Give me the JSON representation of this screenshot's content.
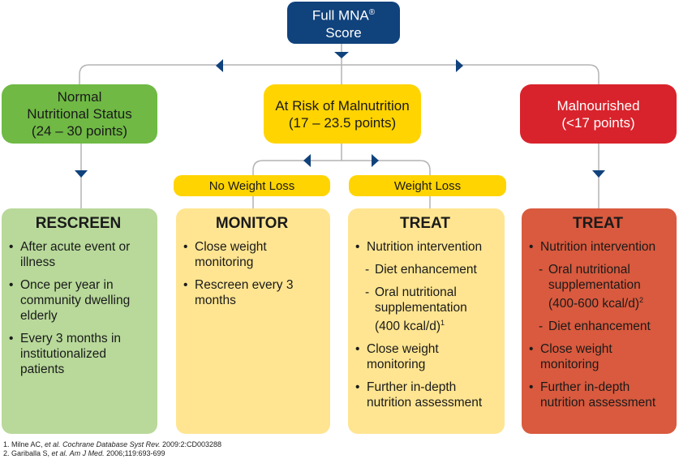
{
  "score": {
    "line1": "Full MNA",
    "reg": "®",
    "line2": "Score"
  },
  "categories": {
    "normal": {
      "line1": "Normal",
      "line2": "Nutritional Status",
      "line3": "(24 – 30 points)"
    },
    "risk": {
      "line1": "At Risk of Malnutrition",
      "line2": "(17 – 23.5 points)"
    },
    "mal": {
      "line1": "Malnourished",
      "line2": "(<17 points)"
    }
  },
  "subcategories": {
    "no_weight_loss": "No Weight Loss",
    "weight_loss": "Weight Loss"
  },
  "actions": {
    "rescreen": {
      "title": "RESCREEN",
      "items": [
        {
          "type": "bullet",
          "text": "After acute event or illness"
        },
        {
          "type": "bullet",
          "text": "Once per year in community dwelling elderly"
        },
        {
          "type": "bullet",
          "text": "Every 3 months in institutionalized patients"
        }
      ]
    },
    "monitor": {
      "title": "MONITOR",
      "items": [
        {
          "type": "bullet",
          "text": "Close weight monitoring"
        },
        {
          "type": "bullet",
          "text": "Rescreen every 3 months"
        }
      ]
    },
    "treat_risk": {
      "title": "TREAT",
      "items": [
        {
          "type": "bullet",
          "text": "Nutrition intervention"
        },
        {
          "type": "dash",
          "text": "Diet enhancement"
        },
        {
          "type": "dash",
          "text": "Oral nutritional supplementation (400 kcal/d)",
          "sup": "1"
        },
        {
          "type": "bullet",
          "text": "Close weight monitoring"
        },
        {
          "type": "bullet",
          "text": "Further in-depth nutrition assessment"
        }
      ]
    },
    "treat_mal": {
      "title": "TREAT",
      "items": [
        {
          "type": "bullet",
          "text": "Nutrition intervention"
        },
        {
          "type": "dash",
          "text": "Oral nutritional supplementation (400-600 kcal/d)",
          "sup": "2"
        },
        {
          "type": "dash",
          "text": "Diet enhancement"
        },
        {
          "type": "bullet",
          "text": "Close weight monitoring"
        },
        {
          "type": "bullet",
          "text": "Further in-depth nutrition assessment"
        }
      ]
    }
  },
  "references": [
    {
      "prefix": "1. Milne AC, ",
      "italic1": "et al.",
      "mid": " ",
      "italic2": "Cochrane Database Syst Rev.",
      "suffix": " 2009:2:CD003288"
    },
    {
      "prefix": "2. Gariballa S, ",
      "italic1": "et al.",
      "mid": " ",
      "italic2": "Am J Med.",
      "suffix": " 2006;119:693-699"
    }
  ],
  "colors": {
    "score_bg": "#10427c",
    "normal": "#6fb944",
    "risk": "#ffd400",
    "malnourished": "#d9232c",
    "rescreen_bg": "#b8d99a",
    "yellow_box_bg": "#ffe591",
    "treat_mal_bg": "#d95a3e",
    "connector": "#b0b0b0",
    "arrow": "#10427c"
  }
}
